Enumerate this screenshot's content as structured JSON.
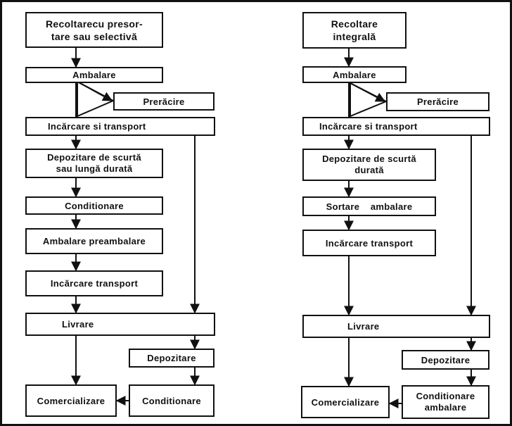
{
  "left_flow": {
    "harvest": "Recoltarecu presor-\ntare sau selectivă",
    "packing": "Ambalare",
    "precooling": "Prerăcire",
    "loading_transport": "Incărcare si transport",
    "storage": "Depozitare de scurtă\nsau lungă durată",
    "conditioning": "Conditionare",
    "packing_prepacking": "Ambalare preambalare",
    "loading_transport_2": "Incărcare transport",
    "delivery": "Livrare",
    "depot": "Depozitare",
    "marketing": "Comercializare",
    "final_conditioning": "Conditionare"
  },
  "right_flow": {
    "harvest": "Recoltare\nintegrală",
    "packing": "Ambalare",
    "precooling": "Prerăcire",
    "loading_transport": "Incărcare si transport",
    "storage": "Depozitare de scurtă\ndurată",
    "sorting_packing": "Sortare    ambalare",
    "loading_transport_2": "Incărcare transport",
    "delivery": "Livrare",
    "depot": "Depozitare",
    "marketing": "Comercializare",
    "final_conditioning": "Conditionare\nambalare"
  }
}
